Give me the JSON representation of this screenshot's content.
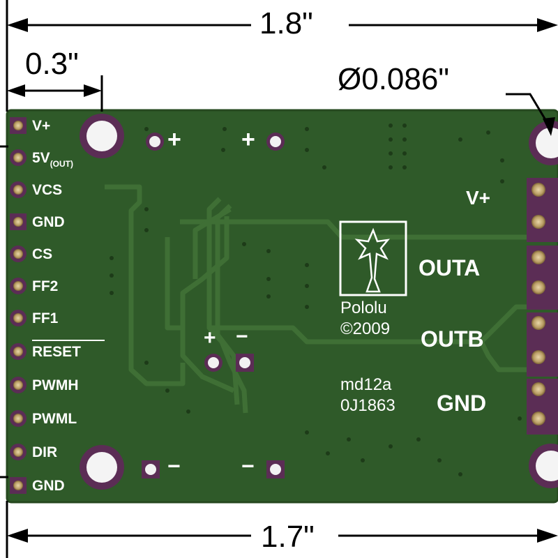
{
  "dimensions": {
    "overall_width": "1.8\"",
    "pin_spacing_group": "0.3\"",
    "hole_diameter": "Ø0.086\"",
    "bottom_width": "1.7\""
  },
  "pin_labels": [
    "V+",
    "5V",
    "VCS",
    "GND",
    "CS",
    "FF2",
    "FF1",
    "RESET",
    "PWMH",
    "PWML",
    "DIR",
    "GND"
  ],
  "pin_subscript": "(OUT)",
  "output_labels": {
    "vplus": "V+",
    "outa": "OUTA",
    "outb": "OUTB",
    "gnd": "GND"
  },
  "logo": {
    "brand": "Pololu",
    "copyright": "©2009"
  },
  "board_id": {
    "model": "md12a",
    "serial": "0J1863"
  },
  "polarity": {
    "plus": "+",
    "minus": "−"
  },
  "colors": {
    "pcb_green": "#2f5a29",
    "pad_purple": "#5b2d55",
    "silkscreen": "#ffffff"
  }
}
